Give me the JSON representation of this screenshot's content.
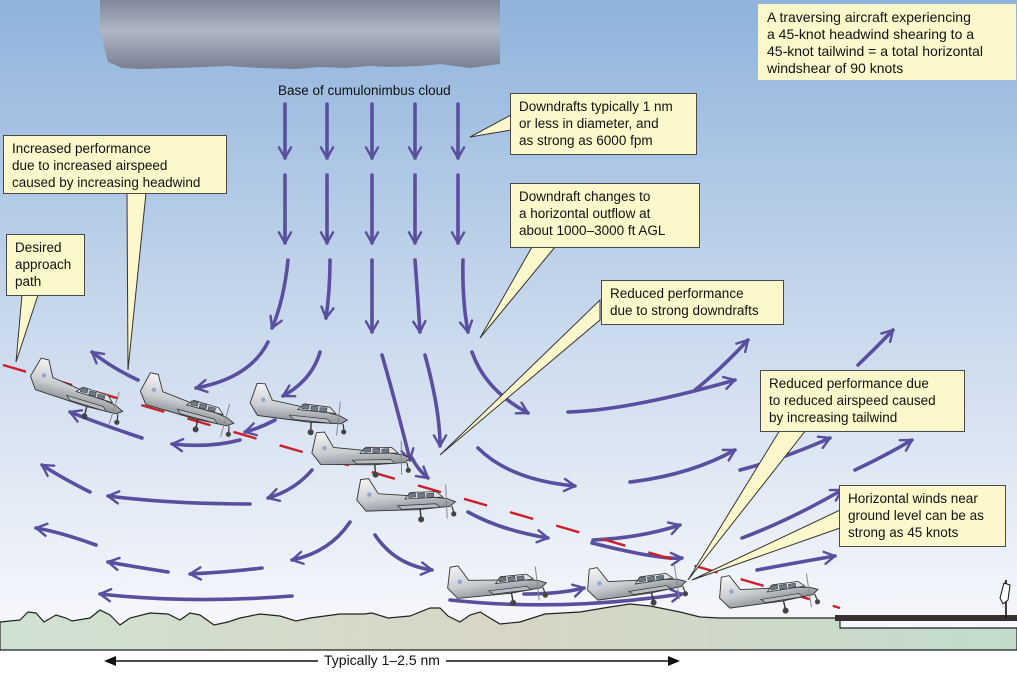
{
  "diagram": {
    "title_note": "A traversing aircraft experiencing\na 45-knot headwind shearing to a\n45-knot tailwind = a total horizontal\nwindshear of 90 knots",
    "cloud_label": "Base of cumulonimbus cloud",
    "callouts": {
      "increased_performance": "Increased performance\ndue to increased airspeed\ncaused by increasing headwind",
      "desired_path": "Desired\napproach\npath",
      "downdraft_size": "Downdrafts typically 1 nm\nor less in diameter, and\nas strong as 6000 fpm",
      "downdraft_outflow": "Downdraft changes to\na horizontal outflow at\nabout 1000–3000 ft AGL",
      "reduced_downdraft": "Reduced performance\ndue to strong downdrafts",
      "reduced_tailwind": "Reduced performance due\nto reduced airspeed caused\nby increasing tailwind",
      "ground_winds": "Horizontal winds near\nground level can be as\nstrong as 45 knots"
    },
    "scale_label": "Typically 1–2.5 nm",
    "elements": {
      "aircraft_count": 8,
      "downdraft_columns": 5,
      "runway": "runway",
      "windsock": "windsock"
    },
    "colors": {
      "sky_top": "#8fb3dc",
      "sky_bottom": "#f7f8fc",
      "arrow": "#5a4f9e",
      "approach_path": "#cc1f2a",
      "callout_fill": "#fdf8cc",
      "ground": "#d4d7c4",
      "cloud": "#a3a9b8"
    }
  }
}
